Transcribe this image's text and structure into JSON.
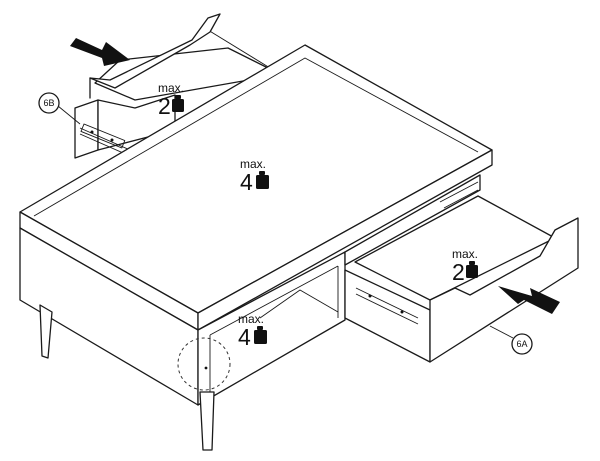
{
  "labels": {
    "max_word": "max.",
    "tabletop_load": "4",
    "shelf_load": "4",
    "drawer_6b_load": "2",
    "drawer_6a_load": "2",
    "part_6b": "6B",
    "part_6a": "6A"
  },
  "icons": {
    "weight": "weight-icon",
    "push_arrow": "push-arrow-icon"
  },
  "colors": {
    "line": "#1a1a1a",
    "arrow": "#111111",
    "background": "#ffffff"
  }
}
